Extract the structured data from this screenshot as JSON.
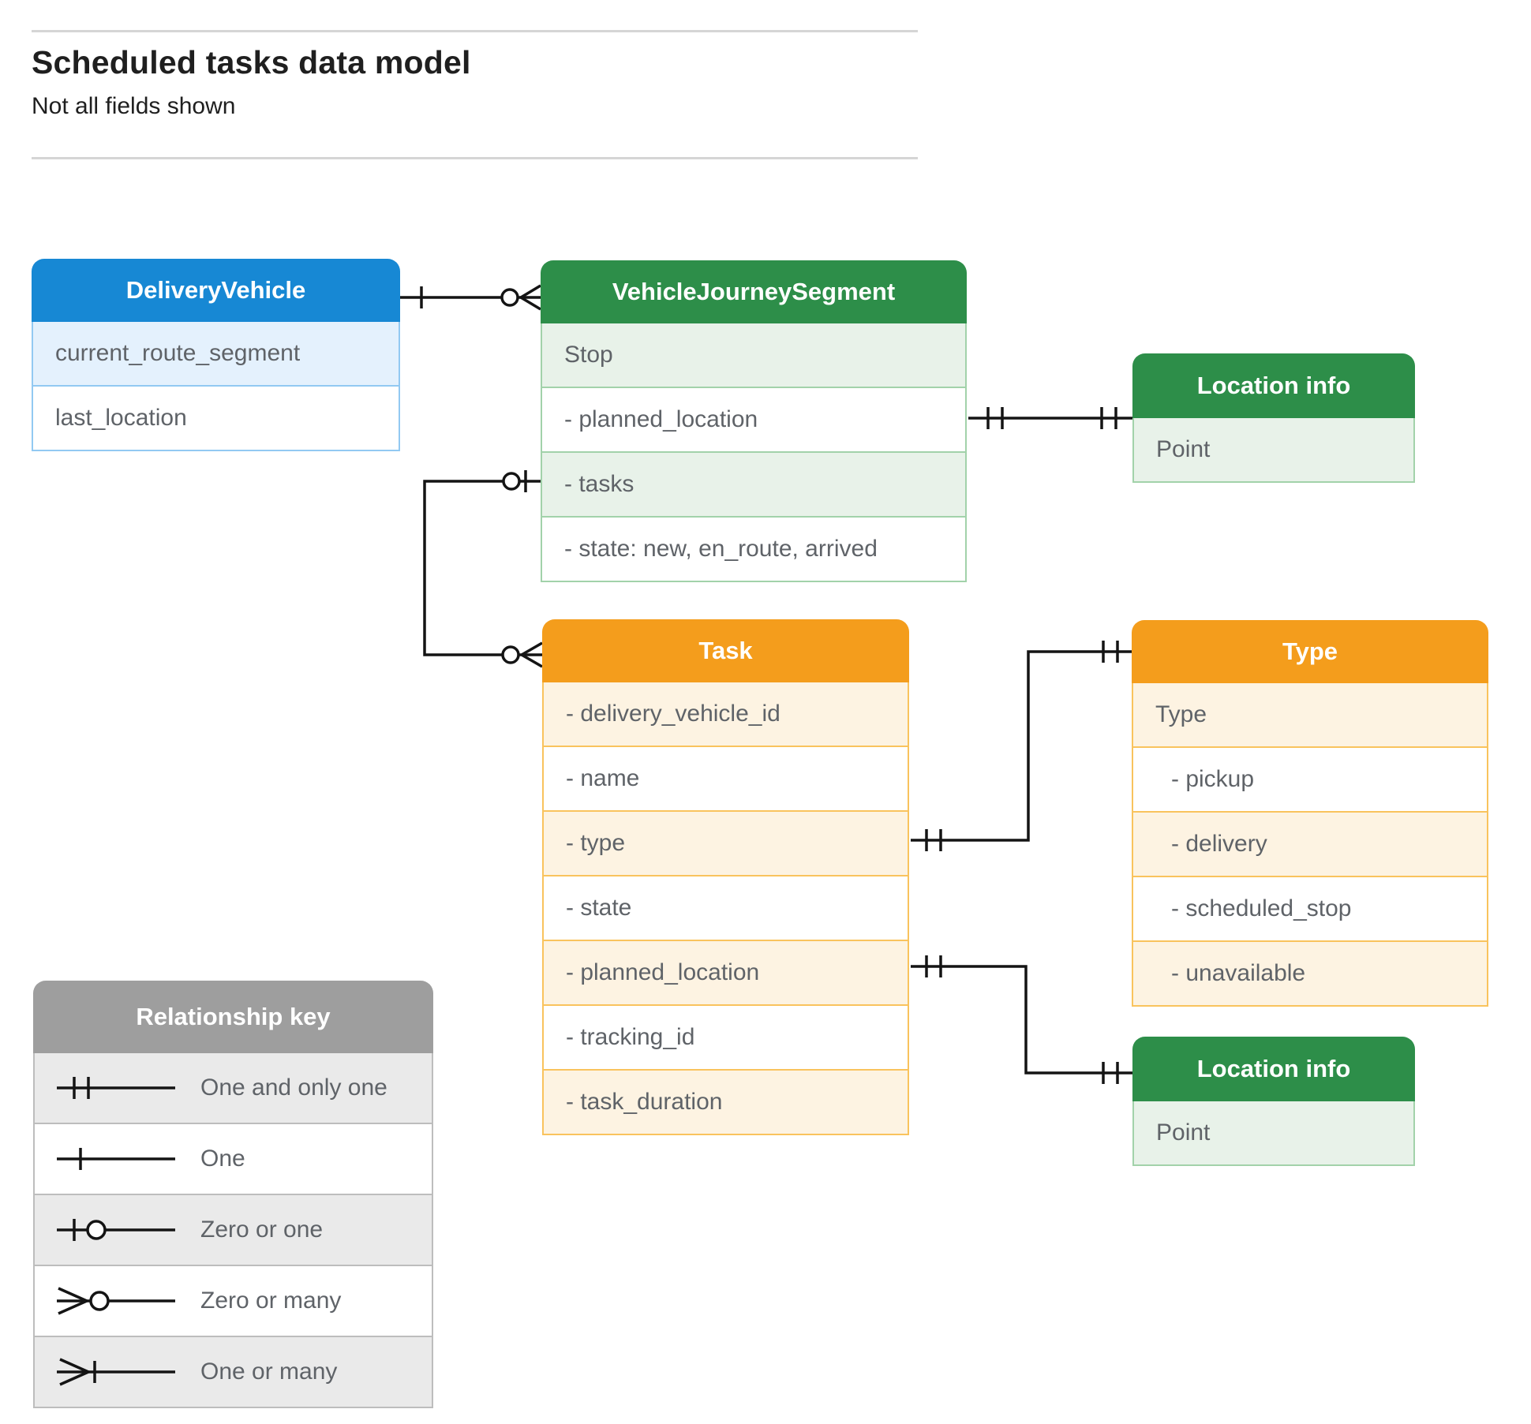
{
  "page": {
    "title": "Scheduled tasks data model",
    "subtitle": "Not all fields shown"
  },
  "colors": {
    "blue_header": "#1788d4",
    "blue_tint": "#e4f1fd",
    "blue_border": "#92c9f2",
    "green_header": "#2d8e49",
    "green_tint": "#e8f2e9",
    "green_border": "#a2d2aa",
    "orange_header": "#f49d1c",
    "orange_tint": "#fdf3e2",
    "orange_border": "#f9c35d",
    "gray_header": "#9e9e9e",
    "gray_tint": "#eaeaea",
    "row_text": "#5f6368",
    "connector_line": "#141414"
  },
  "entities": [
    {
      "id": "delivery-vehicle",
      "title": "DeliveryVehicle",
      "theme": "blue",
      "rows": [
        "current_route_segment",
        "last_location"
      ]
    },
    {
      "id": "vehicle-journey-segment",
      "title": "VehicleJourneySegment",
      "theme": "green",
      "rows": [
        "Stop",
        "- planned_location",
        "- tasks",
        "- state: new, en_route, arrived"
      ]
    },
    {
      "id": "location-info-top",
      "title": "Location info",
      "theme": "green",
      "rows": [
        "Point"
      ]
    },
    {
      "id": "task",
      "title": "Task",
      "theme": "orange",
      "rows": [
        "- delivery_vehicle_id",
        "- name",
        "- type",
        "- state",
        "- planned_location",
        "- tracking_id",
        "- task_duration"
      ]
    },
    {
      "id": "type",
      "title": "Type",
      "theme": "orange",
      "rows": [
        "Type",
        "- pickup",
        "- delivery",
        "- scheduled_stop",
        "- unavailable"
      ]
    },
    {
      "id": "location-info-bottom",
      "title": "Location info",
      "theme": "green",
      "rows": [
        "Point"
      ]
    }
  ],
  "relationships": [
    {
      "from": "DeliveryVehicle",
      "to": "VehicleJourneySegment",
      "from_cardinality": "one",
      "to_cardinality": "zero-or-many"
    },
    {
      "from": "VehicleJourneySegment.tasks",
      "to": "Task",
      "from_cardinality": "zero-or-one",
      "to_cardinality": "zero-or-many"
    },
    {
      "from": "VehicleJourneySegment.planned_location",
      "to": "Location info",
      "from_cardinality": "one-and-only-one",
      "to_cardinality": "one-and-only-one"
    },
    {
      "from": "Task.type",
      "to": "Type",
      "from_cardinality": "one-and-only-one",
      "to_cardinality": "one-and-only-one"
    },
    {
      "from": "Task.planned_location",
      "to": "Location info",
      "from_cardinality": "one-and-only-one",
      "to_cardinality": "one-and-only-one"
    }
  ],
  "legend": {
    "title": "Relationship key",
    "items": [
      {
        "symbol": "one-and-only-one",
        "label": "One and only one"
      },
      {
        "symbol": "one",
        "label": "One"
      },
      {
        "symbol": "zero-or-one",
        "label": "Zero or one"
      },
      {
        "symbol": "zero-or-many",
        "label": "Zero or many"
      },
      {
        "symbol": "one-or-many",
        "label": "One or many"
      }
    ]
  }
}
